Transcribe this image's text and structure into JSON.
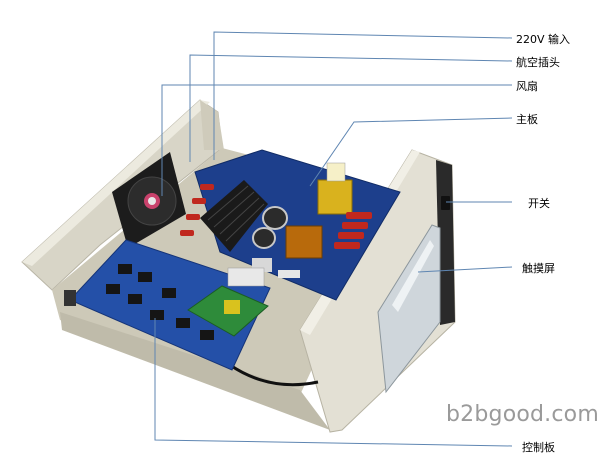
{
  "labels": {
    "power_input": "220V 输入",
    "aviation_plug": "航空插头",
    "fan": "风扇",
    "main_board": "主板",
    "switch": "开关",
    "touch_screen": "触摸屏",
    "control_board": "控制板"
  },
  "watermark": "b2bgood.com",
  "colors": {
    "leader_line": "#5f86b2",
    "pcb_blue": "#1d3f8c",
    "case_beige": "#dcd9cc",
    "heatsink": "#1a1a1a"
  }
}
